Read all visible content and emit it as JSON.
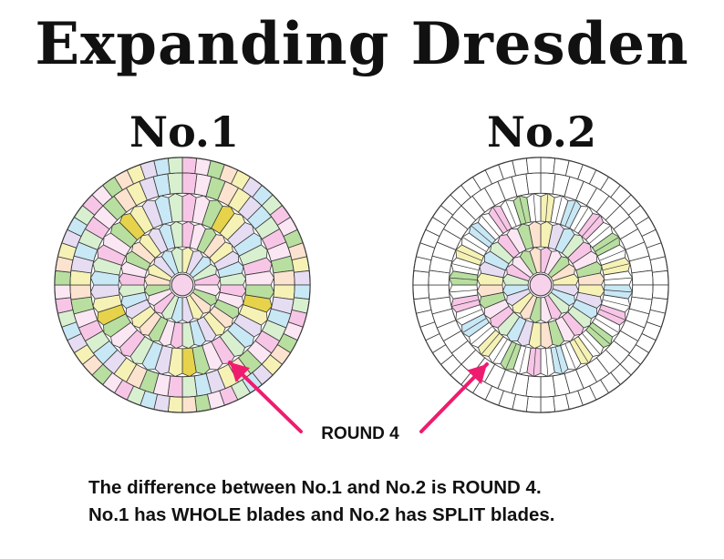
{
  "title": "Expanding Dresden",
  "panels": [
    {
      "label": "No.1",
      "blade_type": "whole"
    },
    {
      "label": "No.2",
      "blade_type": "split"
    }
  ],
  "annotation": {
    "label": "ROUND 4",
    "arrow_color": "#ee1c6f"
  },
  "caption": {
    "line1": "The difference between No.1 and No.2 is ROUND 4.",
    "line2": "No.1 has WHOLE blades and No.2 has SPLIT blades."
  },
  "colors": {
    "outline": "#3a3a3a",
    "center": "#f6d3ea",
    "fabric_palette": [
      "#f7c6e6",
      "#fbe7f4",
      "#c9e8f6",
      "#d9f0d0",
      "#f6f2b6",
      "#e6ddf3",
      "#b8dfa0",
      "#fce3cf"
    ],
    "accent_fabric": "#e6d34b",
    "white": "#ffffff"
  }
}
